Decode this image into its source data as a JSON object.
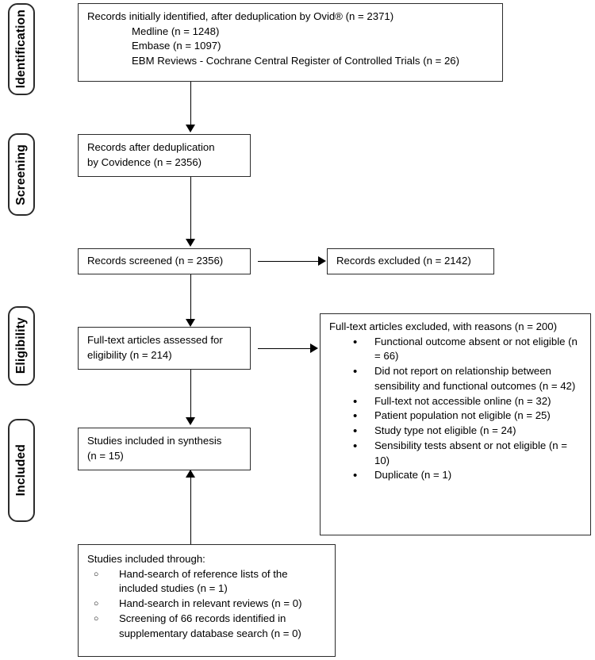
{
  "diagram": {
    "title": "PRISMA study selection flow diagram",
    "line_color": "#000000",
    "box_border_color": "#2b2b2b",
    "background": "#ffffff"
  },
  "stages": [
    {
      "id": "identification",
      "label": "Identification"
    },
    {
      "id": "screening",
      "label": "Screening"
    },
    {
      "id": "eligibility",
      "label": "Eligibility"
    },
    {
      "id": "included",
      "label": "Included"
    }
  ],
  "boxes": {
    "identified": {
      "heading": "Records initially identified, after deduplication by Ovid® (n = 2371)",
      "sources": [
        "Medline (n = 1248)",
        "Embase (n = 1097)",
        "EBM Reviews - Cochrane Central Register of Controlled Trials (n = 26)"
      ]
    },
    "deduplicated": {
      "line1": "Records after deduplication",
      "line2": "by Covidence (n = 2356)"
    },
    "screened": {
      "line1": "Records screened (n = 2356)"
    },
    "excluded_screening": {
      "line1": "Records excluded (n = 2142)"
    },
    "fulltext_assessed": {
      "line1": "Full-text articles assessed for",
      "line2": "eligibility (n = 214)"
    },
    "fulltext_excluded": {
      "heading": "Full-text articles excluded, with reasons (n = 200)",
      "reasons": [
        "Functional outcome absent or not eligible (n = 66)",
        "Did not report on relationship between sensibility and functional outcomes (n = 42)",
        "Full-text not accessible online (n = 32)",
        "Patient population not eligible (n = 25)",
        "Study type not eligible (n = 24)",
        "Sensibility tests absent or not eligible (n = 10)",
        "Duplicate (n = 1)"
      ]
    },
    "included_synthesis": {
      "line1": "Studies included in synthesis",
      "line2": "(n = 15)"
    },
    "included_other": {
      "heading": "Studies included through:",
      "sources": [
        "Hand-search of reference lists of the included studies (n = 1)",
        "Hand-search in relevant reviews (n = 0)",
        "Screening of 66 records identified in supplementary database search (n = 0)"
      ]
    }
  },
  "chart_data": {
    "type": "diagram",
    "title": "PRISMA flow diagram",
    "nodes": [
      {
        "id": "identified",
        "stage": "Identification",
        "n": 2371,
        "label": "Records initially identified, after deduplication by Ovid®",
        "breakdown": [
          {
            "source": "Medline",
            "n": 1248
          },
          {
            "source": "Embase",
            "n": 1097
          },
          {
            "source": "EBM Reviews - Cochrane Central Register of Controlled Trials",
            "n": 26
          }
        ]
      },
      {
        "id": "deduplicated",
        "stage": "Screening",
        "n": 2356,
        "label": "Records after deduplication by Covidence"
      },
      {
        "id": "screened",
        "stage": "Screening",
        "n": 2356,
        "label": "Records screened"
      },
      {
        "id": "excluded_screening",
        "stage": "Screening",
        "n": 2142,
        "label": "Records excluded"
      },
      {
        "id": "fulltext_assessed",
        "stage": "Eligibility",
        "n": 214,
        "label": "Full-text articles assessed for eligibility"
      },
      {
        "id": "fulltext_excluded",
        "stage": "Eligibility",
        "n": 200,
        "label": "Full-text articles excluded, with reasons",
        "breakdown": [
          {
            "reason": "Functional outcome absent or not eligible",
            "n": 66
          },
          {
            "reason": "Did not report on relationship between sensibility and functional outcomes",
            "n": 42
          },
          {
            "reason": "Full-text not accessible online",
            "n": 32
          },
          {
            "reason": "Patient population not eligible",
            "n": 25
          },
          {
            "reason": "Study type not eligible",
            "n": 24
          },
          {
            "reason": "Sensibility tests absent or not eligible",
            "n": 10
          },
          {
            "reason": "Duplicate",
            "n": 1
          }
        ]
      },
      {
        "id": "included_synthesis",
        "stage": "Included",
        "n": 15,
        "label": "Studies included in synthesis"
      },
      {
        "id": "included_other",
        "stage": "Included",
        "label": "Studies included through",
        "breakdown": [
          {
            "source": "Hand-search of reference lists of the included studies",
            "n": 1
          },
          {
            "source": "Hand-search in relevant reviews",
            "n": 0
          },
          {
            "source": "Screening of 66 records identified in supplementary database search",
            "n": 0
          }
        ]
      }
    ],
    "edges": [
      {
        "from": "identified",
        "to": "deduplicated",
        "direction": "down"
      },
      {
        "from": "deduplicated",
        "to": "screened",
        "direction": "down"
      },
      {
        "from": "screened",
        "to": "excluded_screening",
        "direction": "right"
      },
      {
        "from": "screened",
        "to": "fulltext_assessed",
        "direction": "down"
      },
      {
        "from": "fulltext_assessed",
        "to": "fulltext_excluded",
        "direction": "right"
      },
      {
        "from": "fulltext_assessed",
        "to": "included_synthesis",
        "direction": "down"
      },
      {
        "from": "included_other",
        "to": "included_synthesis",
        "direction": "up"
      }
    ]
  }
}
